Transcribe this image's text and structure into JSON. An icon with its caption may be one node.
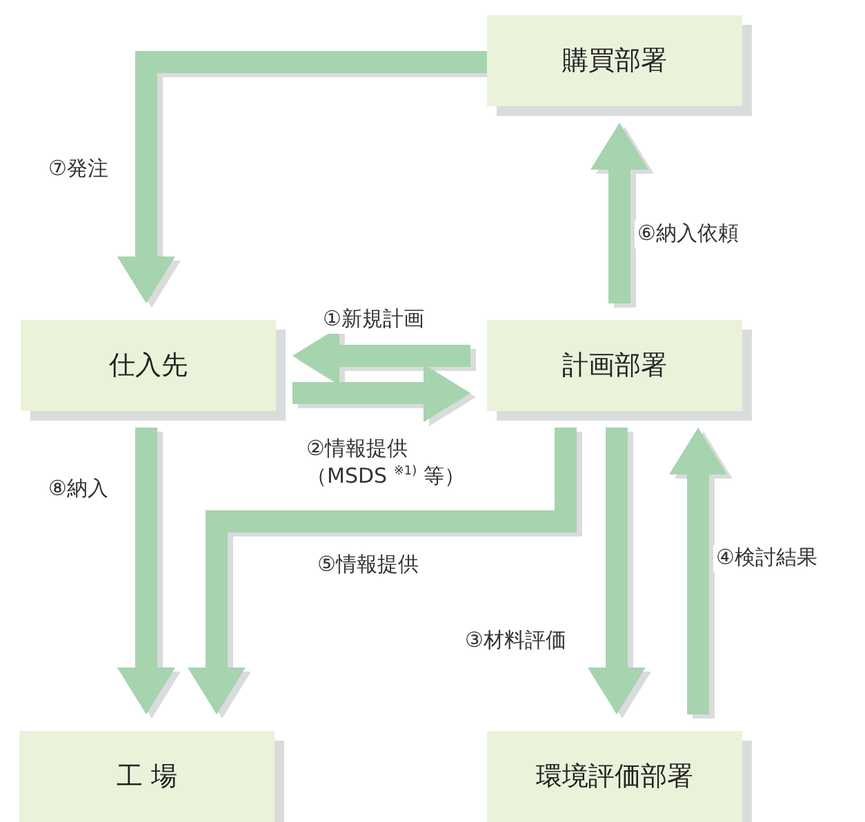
{
  "diagram": {
    "nodes": [
      {
        "text": [
          "購買部署"
        ]
      },
      {
        "text": [
          "仕入先"
        ]
      },
      {
        "text": [
          "計画部署"
        ]
      },
      {
        "text": [
          "工 場"
        ]
      },
      {
        "text": [
          "環境評価部署"
        ]
      }
    ],
    "edges": [
      {
        "from": 2,
        "to": 1,
        "arrow": "to",
        "label": "①新規計画"
      },
      {
        "from": 1,
        "to": 2,
        "arrow": "to",
        "label": "②情報提供（MSDS $^{※1)}$ 等）"
      },
      {
        "from": 2,
        "to": 4,
        "arrow": "to",
        "label": "③材料評価"
      },
      {
        "from": 4,
        "to": 2,
        "arrow": "to",
        "label": "④検討結果"
      },
      {
        "from": 2,
        "to": 3,
        "arrow": "to",
        "label": "⑤情報提供"
      },
      {
        "from": 2,
        "to": 0,
        "arrow": "to",
        "label": "⑥納入依頼"
      },
      {
        "from": 0,
        "to": 1,
        "arrow": "to",
        "label": "⑦発注"
      },
      {
        "from": 1,
        "to": 3,
        "arrow": "to",
        "label": "⑧納入"
      }
    ]
  }
}
